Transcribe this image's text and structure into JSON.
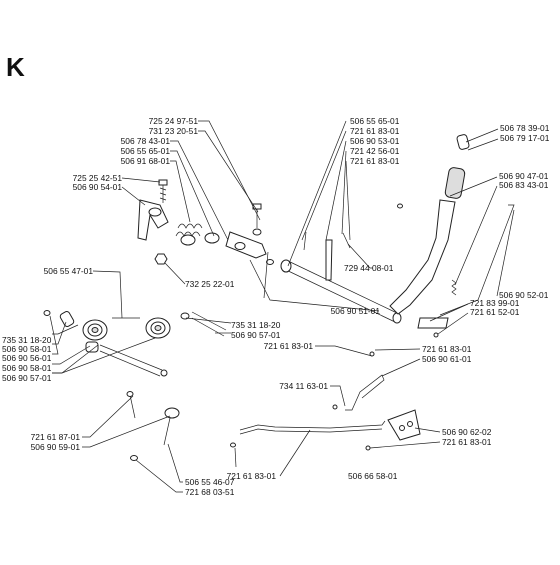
{
  "section": "K",
  "line_color": "#222222",
  "labels": [
    "725 24 97-51",
    "731 23 20-51",
    "506 78 43-01",
    "506 55 65-01",
    "506 91 68-01",
    "725 25 42-51",
    "506 90 54-01",
    "506 55 47-01",
    "732 25 22-01",
    "506 55 65-01",
    "721 61 83-01",
    "506 90 53-01",
    "721 42 56-01",
    "721 61 83-01",
    "729 44 08-01",
    "506 78 39-01",
    "506 79 17-01",
    "506 90 47-01",
    "506 83 43-01",
    "506 90 52-01",
    "721 83 99-01",
    "721 61 52-01",
    "506 90 51-01",
    "735 31 18-20",
    "506 90 57-01",
    "735 31 18-20",
    "506 90 58-01",
    "506 90 56-01",
    "506 90 58-01",
    "506 90 57-01",
    "721 61 83-01",
    "721 61 83-01",
    "506 90 61-01",
    "734 11 63-01",
    "506 90 62-02",
    "721 61 83-01",
    "721 61 87-01",
    "506 90 59-01",
    "721 61 83-01",
    "506 66 58-01",
    "506 55 46-07",
    "721 68 03-51"
  ]
}
